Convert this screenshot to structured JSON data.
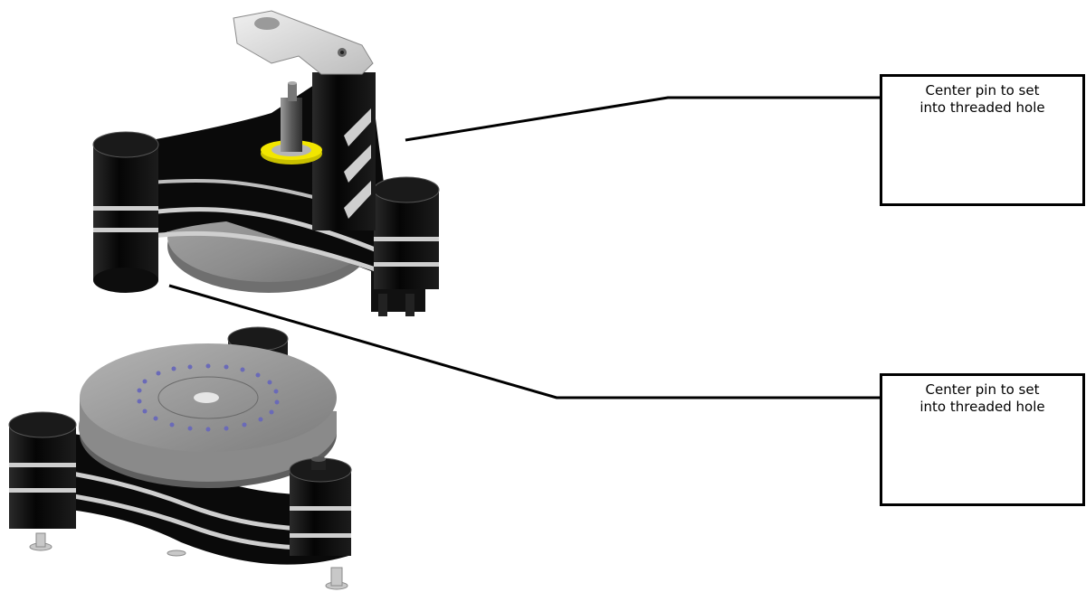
{
  "callouts": [
    {
      "lines": [
        "Center pin to set",
        "into threaded hole"
      ]
    },
    {
      "lines": [
        "Center pin to set",
        "into threaded hole"
      ]
    }
  ],
  "colors": {
    "body_black": "#0a0a0a",
    "platter_gray": "#8f8f8f",
    "stripe_silver": "#c8c8c8",
    "ring_yellow": "#f2e600",
    "hole_dots": "#6a6ab8",
    "arm_light": "#dcdcdc"
  },
  "icons": [
    "upper-turntable-chassis",
    "lower-turntable-assembly",
    "center-pin",
    "tonearm-mount",
    "feet"
  ]
}
